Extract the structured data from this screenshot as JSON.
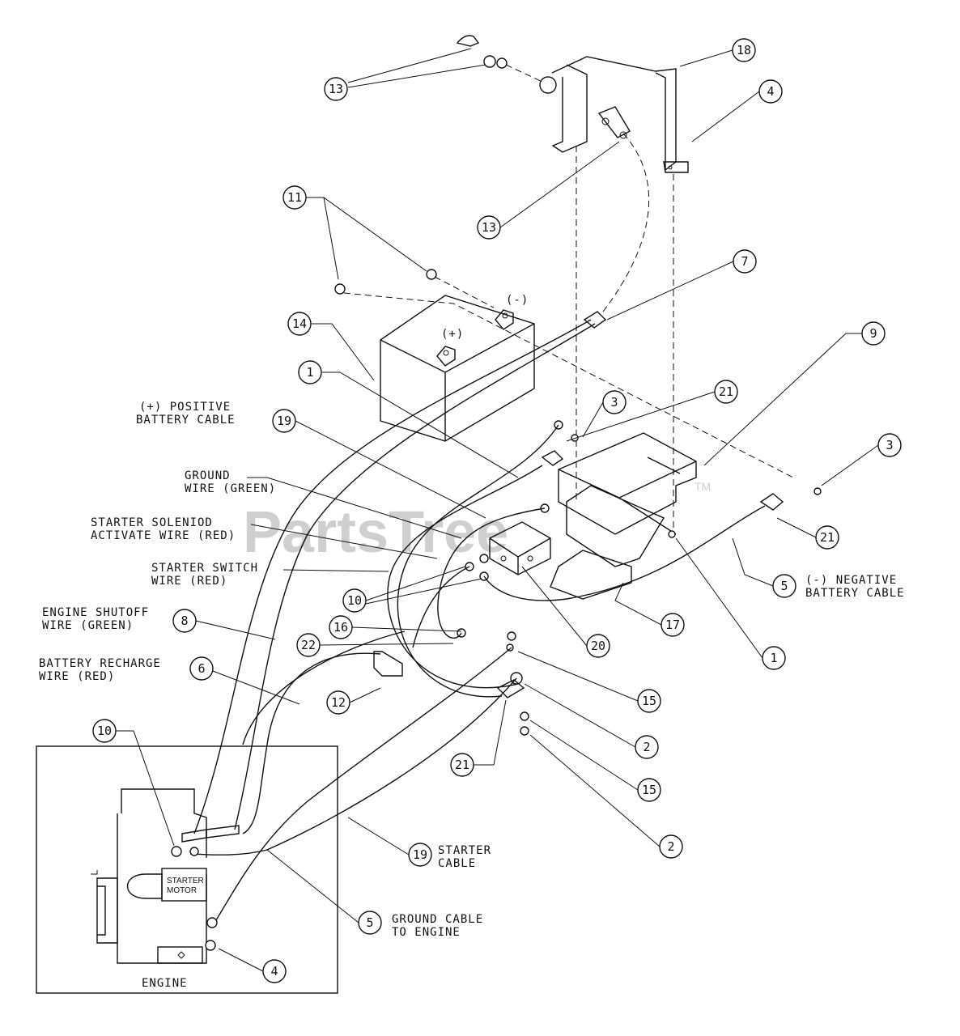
{
  "watermark": {
    "text": "PartsTree",
    "tm": "TM"
  },
  "callouts": {
    "c13a": "13",
    "c18": "18",
    "c4a": "4",
    "c13b": "13",
    "c11": "11",
    "c7": "7",
    "c14": "14",
    "c9": "9",
    "c1a": "1",
    "c21a": "21",
    "c3a": "3",
    "c3b": "3",
    "c19a": "19",
    "c21b": "21",
    "c5a": "5",
    "c10a": "10",
    "c17": "17",
    "c16": "16",
    "c8": "8",
    "c22": "22",
    "c20": "20",
    "c1b": "1",
    "c6": "6",
    "c12": "12",
    "c15a": "15",
    "c2a": "2",
    "c10b": "10",
    "c21c": "21",
    "c15b": "15",
    "c2b": "2",
    "c19b": "19",
    "c5b": "5",
    "c4b": "4"
  },
  "labels": {
    "pos_cable_1": "(+) POSITIVE",
    "pos_cable_2": "BATTERY CABLE",
    "ground_wire_1": "GROUND",
    "ground_wire_2": "WIRE (GREEN)",
    "solenoid_1": "STARTER SOLENIOD",
    "solenoid_2": "ACTIVATE WIRE (RED)",
    "switch_1": "STARTER SWITCH",
    "switch_2": "WIRE (RED)",
    "shutoff_1": "ENGINE SHUTOFF",
    "shutoff_2": "WIRE (GREEN)",
    "recharge_1": "BATTERY RECHARGE",
    "recharge_2": "WIRE (RED)",
    "neg_cable_1": "(-) NEGATIVE",
    "neg_cable_2": "BATTERY CABLE",
    "starter_cable_1": "STARTER",
    "starter_cable_2": "CABLE",
    "ground_engine_1": "GROUND CABLE",
    "ground_engine_2": "TO ENGINE",
    "battery_pos": "(+)",
    "battery_neg": "(-)",
    "starter_motor_1": "STARTER",
    "starter_motor_2": "MOTOR",
    "engine": "ENGINE"
  }
}
